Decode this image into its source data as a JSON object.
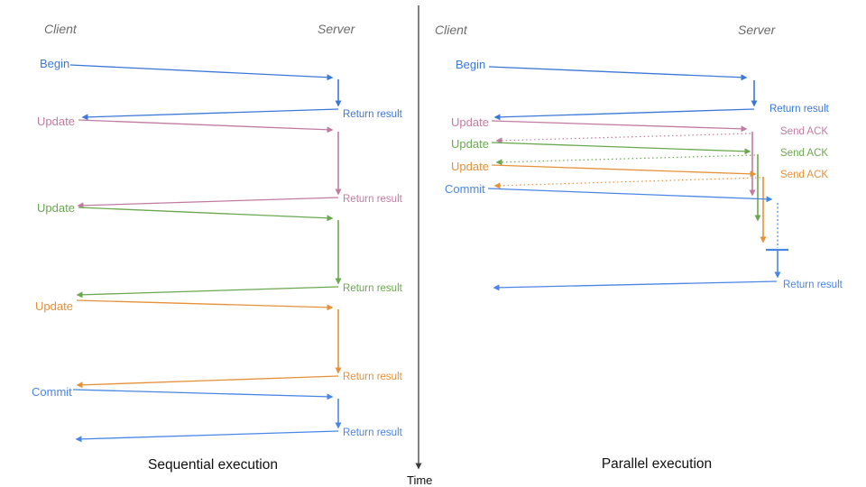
{
  "palette": {
    "blue": "#3c78d8",
    "light_blue": "#4a86e8",
    "pink": "#c27ba0",
    "green": "#6aa84f",
    "orange": "#e69138",
    "header_gray": "#6b6b6b",
    "caption": "#111111",
    "axis": "#3d3d3d"
  },
  "time_axis": {
    "label": "Time"
  },
  "panels": [
    {
      "id": "sequential",
      "caption": "Sequential execution",
      "client_header": "Client",
      "server_header": "Server",
      "messages": [
        {
          "label": "Begin",
          "color": "blue",
          "response": "Return result",
          "response_style": "solid"
        },
        {
          "label": "Update",
          "color": "pink",
          "response": "Return result",
          "response_style": "solid"
        },
        {
          "label": "Update",
          "color": "green",
          "response": "Return result",
          "response_style": "solid"
        },
        {
          "label": "Update",
          "color": "orange",
          "response": "Return result",
          "response_style": "solid"
        },
        {
          "label": "Commit",
          "color": "light_blue",
          "response": "Return result",
          "response_style": "solid"
        }
      ]
    },
    {
      "id": "parallel",
      "caption": "Parallel execution",
      "client_header": "Client",
      "server_header": "Server",
      "messages": [
        {
          "label": "Begin",
          "color": "blue",
          "response": "Return result",
          "response_style": "solid"
        },
        {
          "label": "Update",
          "color": "pink",
          "response": "Send ACK",
          "response_style": "dotted"
        },
        {
          "label": "Update",
          "color": "green",
          "response": "Send ACK",
          "response_style": "dotted"
        },
        {
          "label": "Update",
          "color": "orange",
          "response": "Send ACK",
          "response_style": "dotted"
        },
        {
          "label": "Commit",
          "color": "light_blue",
          "response": "Return result",
          "response_style": "solid"
        }
      ]
    }
  ]
}
